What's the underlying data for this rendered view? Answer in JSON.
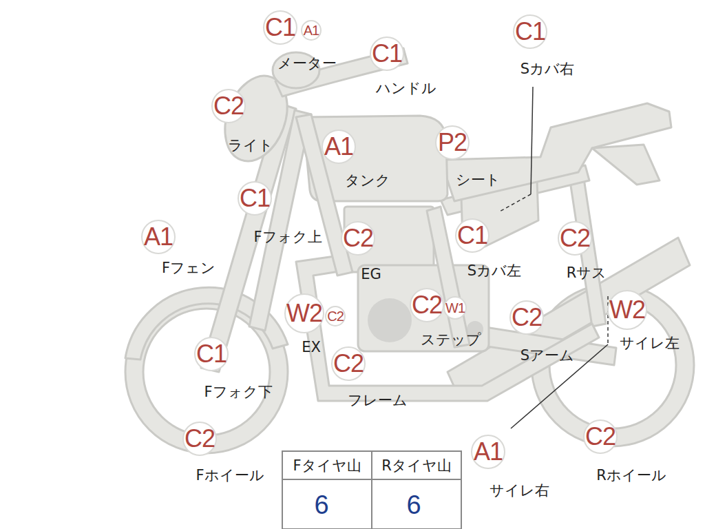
{
  "diagram": {
    "nodes": [
      {
        "text": [
          "C1"
        ]
      },
      {
        "text": [
          "A1"
        ]
      },
      {
        "text": [
          "C1"
        ]
      },
      {
        "text": [
          "C1"
        ]
      },
      {
        "text": [
          "C2"
        ]
      },
      {
        "text": [
          "A1"
        ]
      },
      {
        "text": [
          "P2"
        ]
      },
      {
        "text": [
          "C1"
        ]
      },
      {
        "text": [
          "A1"
        ]
      },
      {
        "text": [
          "C2"
        ]
      },
      {
        "text": [
          "C1"
        ]
      },
      {
        "text": [
          "C2"
        ]
      },
      {
        "text": [
          "W2"
        ]
      },
      {
        "text": [
          "C2"
        ]
      },
      {
        "text": [
          "C2"
        ]
      },
      {
        "text": [
          "W1"
        ]
      },
      {
        "text": [
          "C2"
        ]
      },
      {
        "text": [
          "W2"
        ]
      },
      {
        "text": [
          "C1"
        ]
      },
      {
        "text": [
          "C2"
        ]
      },
      {
        "text": [
          "C2"
        ]
      },
      {
        "text": [
          "A1"
        ]
      },
      {
        "text": [
          "C2"
        ]
      }
    ],
    "labels": [
      "メーター",
      "ハンドル",
      "Sカバ右",
      "ライト",
      "タンク",
      "シート",
      "Fフォク上",
      "Fフェン",
      "EG",
      "Sカバ左",
      "Rサス",
      "EX",
      "ステップ",
      "Sアーム",
      "サイレ左",
      "Fフォク下",
      "フレーム",
      "Fホイール",
      "サイレ右",
      "Rホイール",
      "Fタイヤ山",
      "Rタイヤ山",
      "6",
      "6"
    ]
  }
}
